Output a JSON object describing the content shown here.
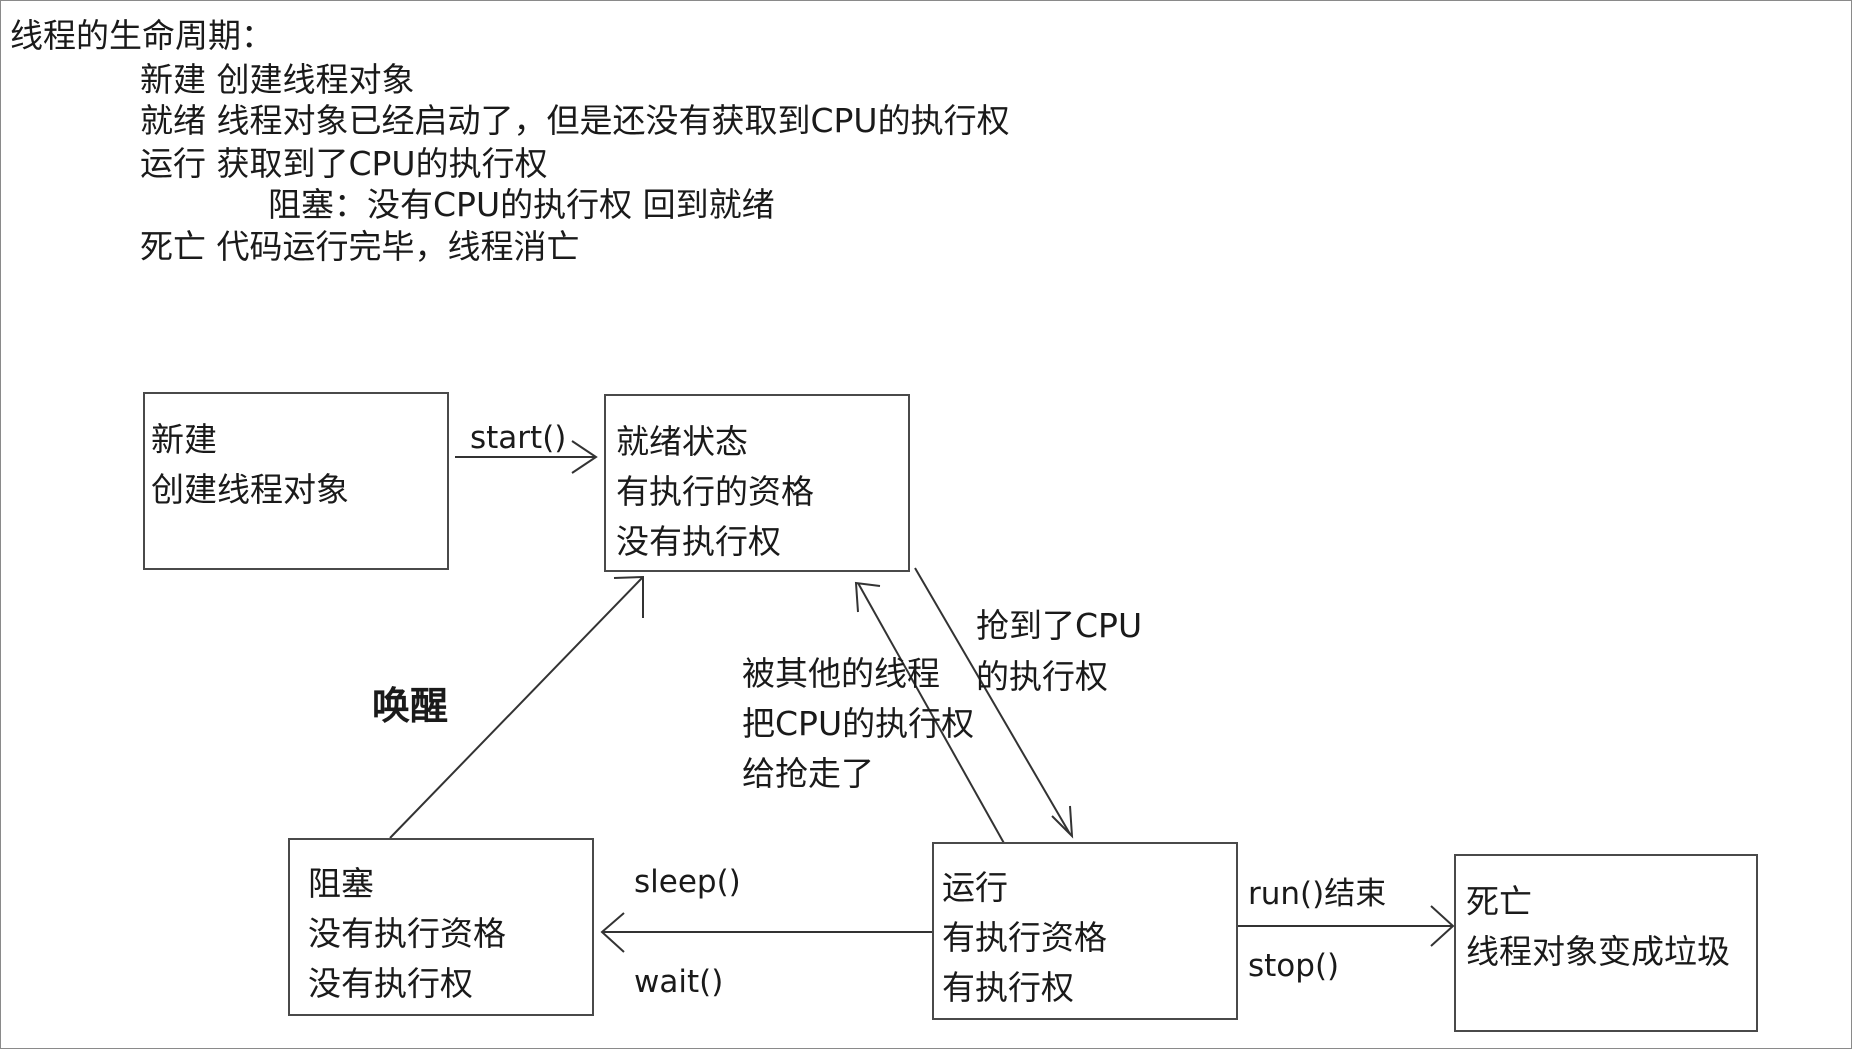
{
  "intro": {
    "title": "线程的生命周期：",
    "lines": [
      "新建 创建线程对象",
      "就绪 线程对象已经启动了，但是还没有获取到CPU的执行权",
      "运行 获取到了CPU的执行权",
      "阻塞：没有CPU的执行权 回到就绪",
      "死亡 代码运行完毕，线程消亡"
    ]
  },
  "states": {
    "new": [
      "新建",
      "创建线程对象"
    ],
    "ready": [
      "就绪状态",
      "有执行的资格",
      "没有执行权"
    ],
    "running": [
      "运行",
      "有执行资格",
      "有执行权"
    ],
    "blocked": [
      "阻塞",
      "没有执行资格",
      "没有执行权"
    ],
    "dead": [
      "死亡",
      "线程对象变成垃圾"
    ]
  },
  "transitions": {
    "start": "start()",
    "grab_cpu": [
      "抢到了CPU",
      "的执行权"
    ],
    "taken_away": [
      "被其他的线程",
      "把CPU的执行权",
      "给抢走了"
    ],
    "wake": "唤醒",
    "sleep": "sleep()",
    "wait": "wait()",
    "run_end": "run()结束",
    "stop": "stop()"
  }
}
